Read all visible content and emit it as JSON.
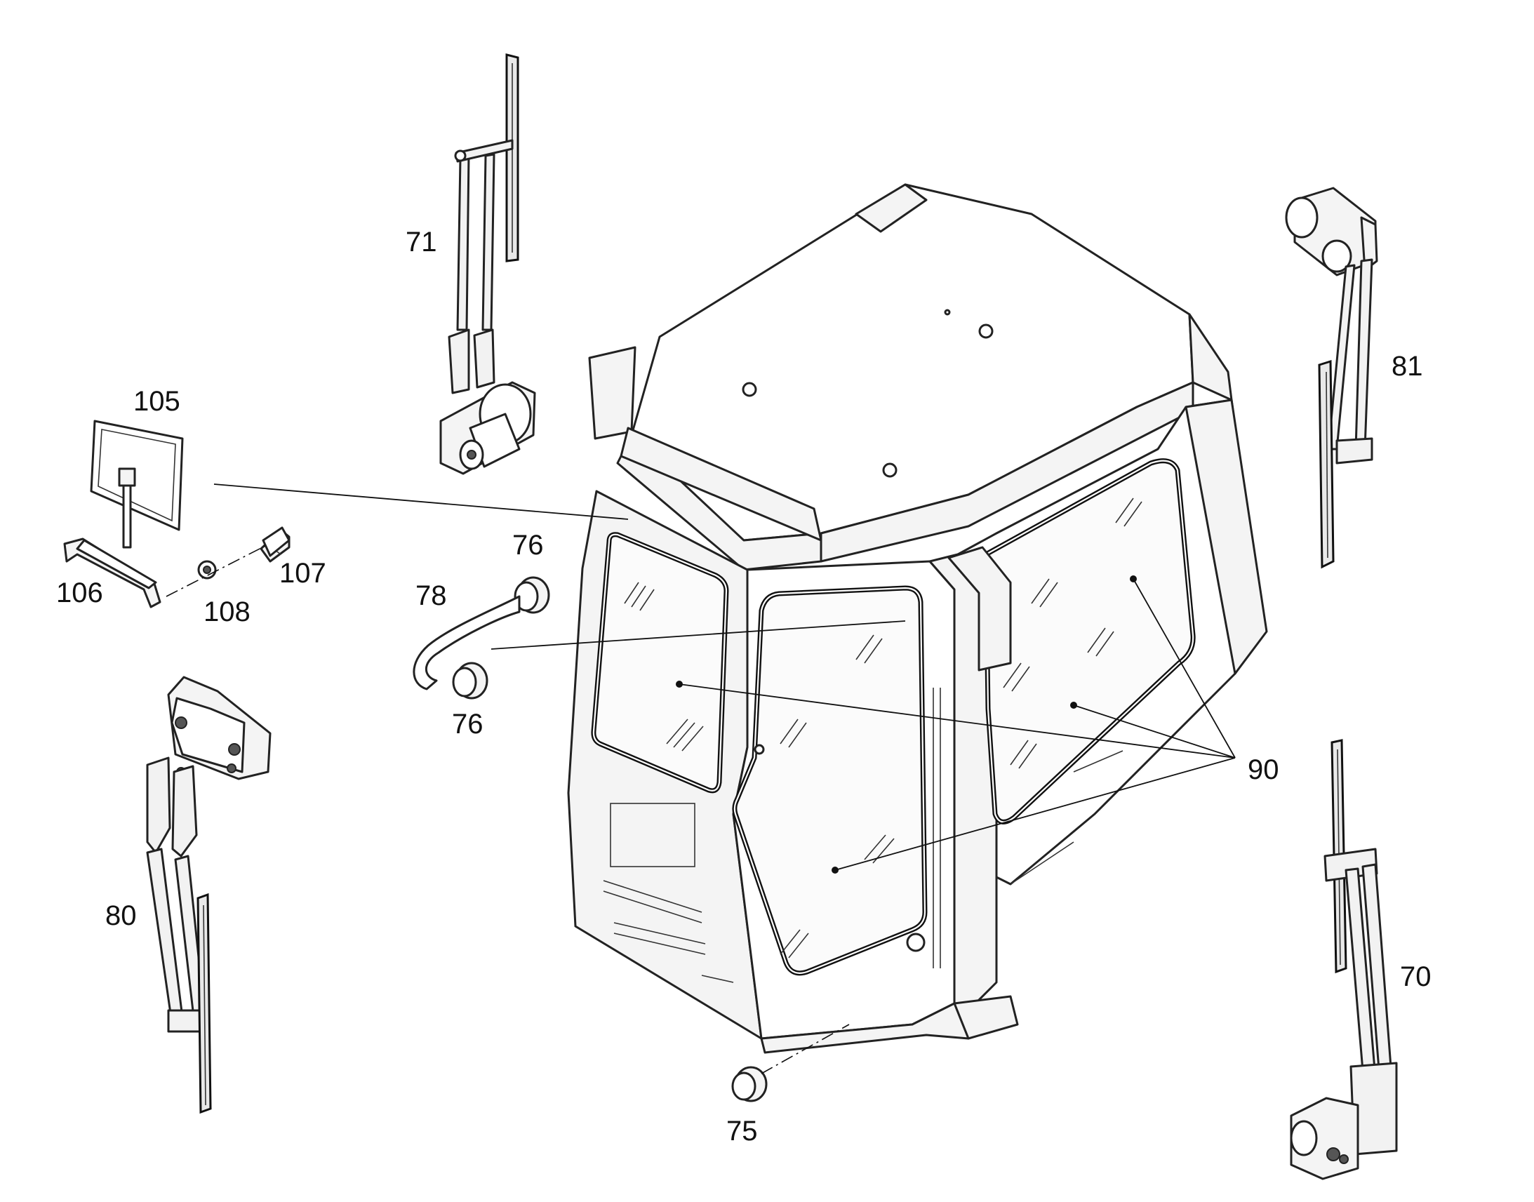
{
  "callouts": {
    "c70": "70",
    "c71": "71",
    "c75": "75",
    "c76a": "76",
    "c76b": "76",
    "c78": "78",
    "c80": "80",
    "c81": "81",
    "c90": "90",
    "c105": "105",
    "c106": "106",
    "c107": "107",
    "c108": "108"
  },
  "colors": {
    "line": "#111111",
    "fill": "#f4f4f4",
    "background": "#ffffff"
  }
}
